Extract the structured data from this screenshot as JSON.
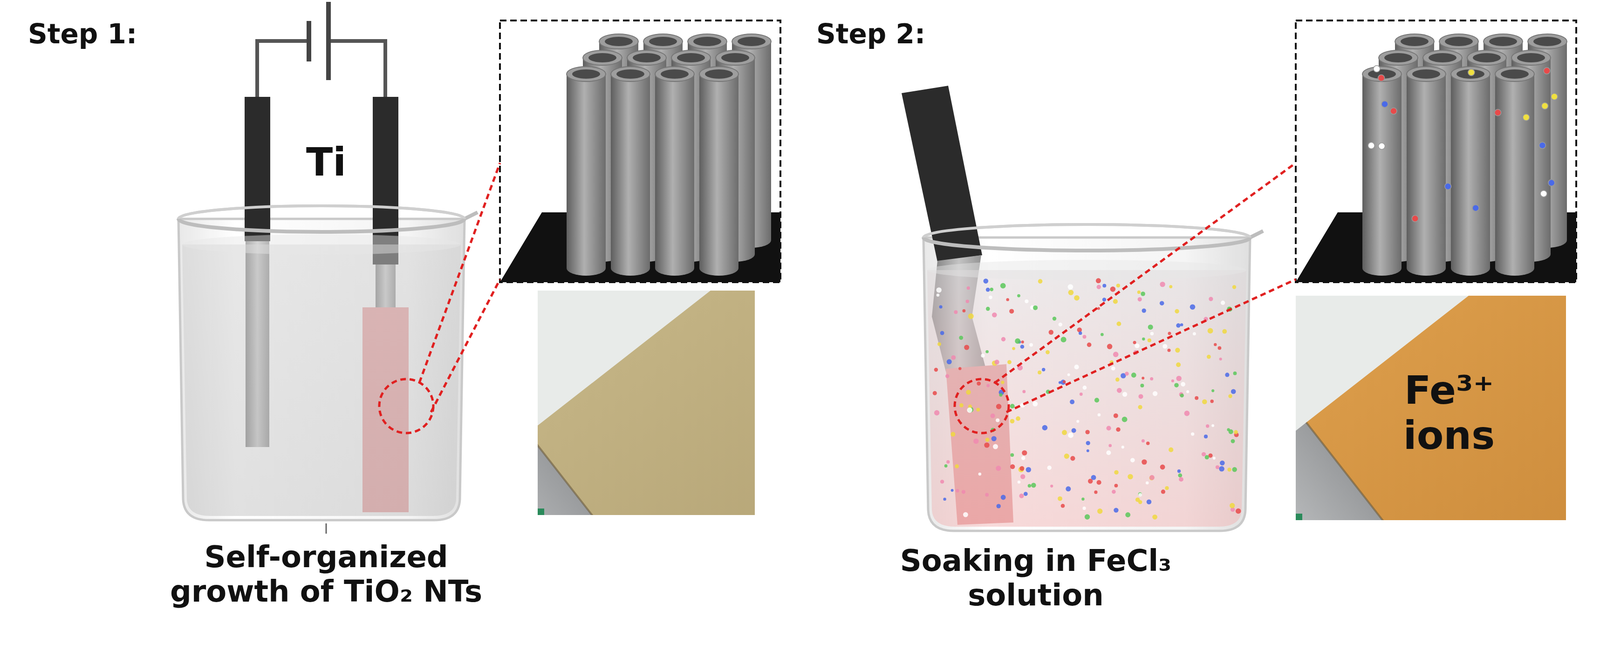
{
  "diagram": {
    "labels": [
      "Step 1:",
      "Ti",
      "Self-organized growth of TiO₂ NTs",
      "Step 2:",
      "Soaking in FeCl₃ solution",
      "Fe³⁺ ions"
    ]
  }
}
